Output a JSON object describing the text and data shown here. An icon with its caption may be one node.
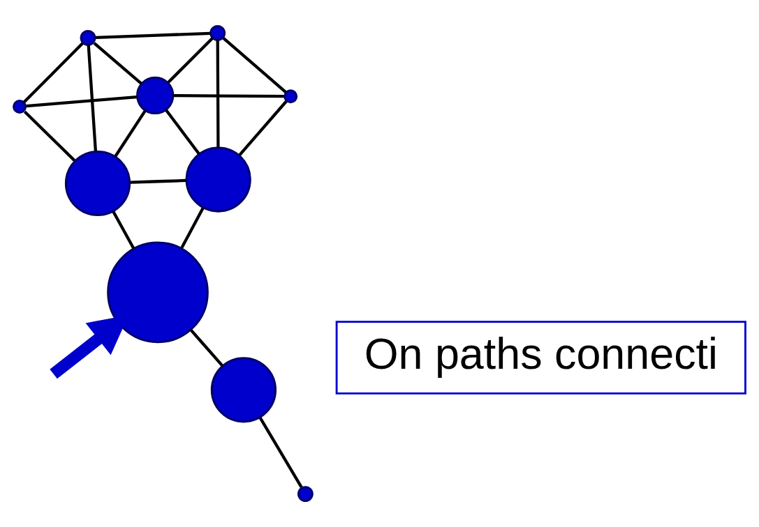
{
  "diagram": {
    "nodes": [
      {
        "text": [],
        "shape": "circle"
      },
      {
        "text": [],
        "shape": "circle"
      },
      {
        "text": [],
        "shape": "circle"
      },
      {
        "text": [],
        "shape": "circle"
      },
      {
        "text": [],
        "shape": "circle"
      },
      {
        "text": [],
        "shape": "circle"
      },
      {
        "text": [],
        "shape": "circle"
      },
      {
        "text": [],
        "shape": "circle"
      },
      {
        "text": [],
        "shape": "circle"
      },
      {
        "text": [],
        "shape": "circle"
      },
      {
        "text": [
          "On paths connecti"
        ]
      }
    ],
    "edges": [
      {
        "from": 0,
        "to": 1,
        "arrow": "none"
      },
      {
        "from": 0,
        "to": 2,
        "arrow": "none"
      },
      {
        "from": 0,
        "to": 3,
        "arrow": "none"
      },
      {
        "from": 1,
        "to": 2,
        "arrow": "none"
      },
      {
        "from": 1,
        "to": 3,
        "arrow": "none"
      },
      {
        "from": 1,
        "to": 4,
        "arrow": "none"
      },
      {
        "from": 2,
        "to": 3,
        "arrow": "none"
      },
      {
        "from": 2,
        "to": 5,
        "arrow": "none"
      },
      {
        "from": 2,
        "to": 6,
        "arrow": "none"
      },
      {
        "from": 3,
        "to": 4,
        "arrow": "none"
      },
      {
        "from": 3,
        "to": 5,
        "arrow": "none"
      },
      {
        "from": 3,
        "to": 9,
        "arrow": "none"
      },
      {
        "from": 4,
        "to": 5,
        "arrow": "none"
      },
      {
        "from": 4,
        "to": 9,
        "arrow": "none"
      },
      {
        "from": 5,
        "to": 9,
        "arrow": "none"
      },
      {
        "from": 5,
        "to": 6,
        "arrow": "none"
      },
      {
        "from": 6,
        "to": 7,
        "arrow": "none"
      },
      {
        "from": 7,
        "to": 8,
        "arrow": "none"
      },
      {
        "from": null,
        "to": 6,
        "arrow": "to",
        "style": "thick",
        "color": "#0000cc"
      }
    ]
  }
}
